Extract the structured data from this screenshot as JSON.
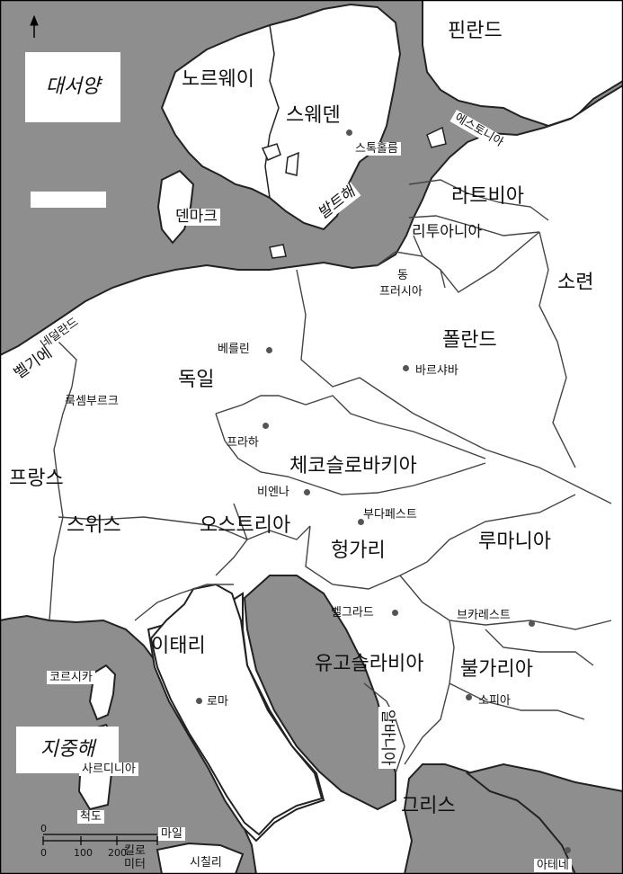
{
  "colors": {
    "land": "#ffffff",
    "sea": "#8e8e8e",
    "border": "#222222"
  },
  "icons": {
    "north_arrow": "north-arrow-icon"
  },
  "seas": {
    "atlantic": "대서양",
    "baltic": "발트해",
    "mediterranean": "지중해"
  },
  "countries": {
    "finland": "핀란드",
    "norway": "노르웨이",
    "sweden": "스웨덴",
    "estonia": "에스토니아",
    "latvia": "라트비아",
    "denmark": "덴마크",
    "lithuania": "리투아니아",
    "east_prussia_1": "동",
    "east_prussia_2": "프러시아",
    "ussr": "소련",
    "netherlands": "네덜란드",
    "belgium": "벨기에",
    "luxembourg": "룩셈부르크",
    "germany": "독일",
    "poland": "폴란드",
    "czechoslovakia": "체코슬로바키아",
    "france": "프랑스",
    "switzerland": "스위스",
    "austria": "오스트리아",
    "hungary": "헝가리",
    "romania": "루마니아",
    "italy": "이태리",
    "yugoslavia": "유고슬라비아",
    "bulgaria": "불가리아",
    "albania": "알바니아",
    "greece": "그리스",
    "corsica": "코르시카",
    "sardinia": "사르디니아",
    "sicily": "시칠리"
  },
  "cities": {
    "stockholm": "스톡홀름",
    "berlin": "베를린",
    "warsaw": "바르샤바",
    "prague": "프라하",
    "vienna": "비엔나",
    "budapest": "부다페스트",
    "belgrade": "벨그라드",
    "bucharest": "브카레스트",
    "rome": "로마",
    "sofia": "소피아",
    "athens": "아테네"
  },
  "scale": {
    "title": "척도",
    "miles": "마일",
    "km_1": "킬로",
    "km_2": "미터",
    "ticks": [
      "0",
      "100",
      "200"
    ],
    "mile_mark": "0"
  }
}
